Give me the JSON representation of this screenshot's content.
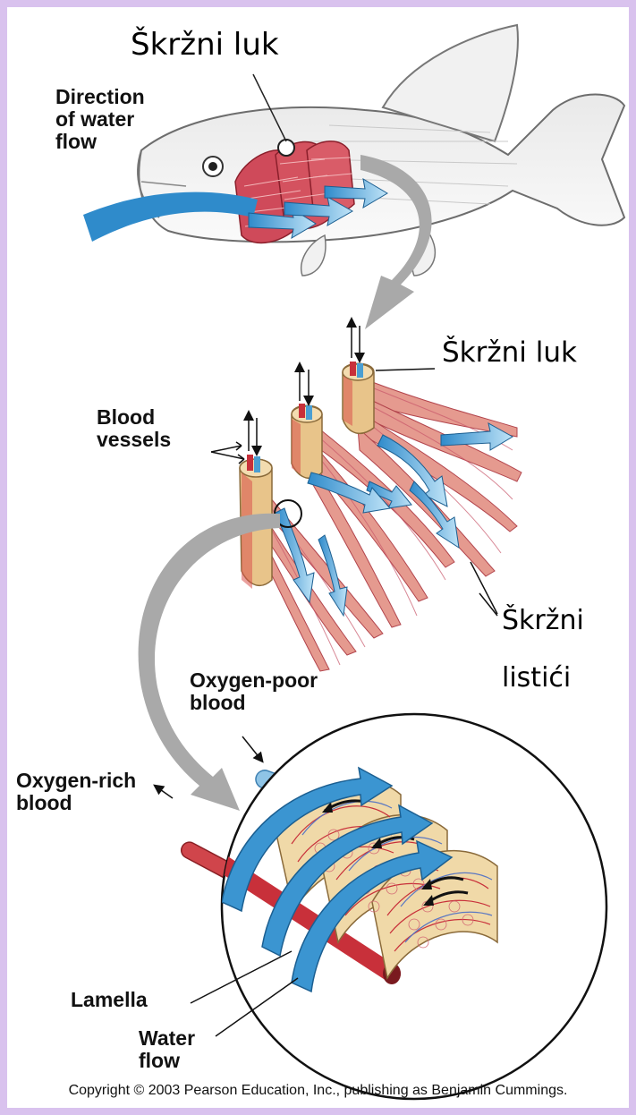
{
  "labels": {
    "arch_top": "Škržni luk",
    "direction": "Direction\nof water\nflow",
    "arch_mid": "Škržni luk",
    "blood_vessels": "Blood\nvessels",
    "filaments_line1": "Škržni",
    "filaments_line2": "listići",
    "oxygen_poor": "Oxygen-poor\nblood",
    "oxygen_rich": "Oxygen-rich\nblood",
    "lamella": "Lamella",
    "water_flow": "Water\nflow"
  },
  "copyright": "Copyright © 2003 Pearson Education, Inc., publishing as Benjamin Cummings.",
  "colors": {
    "background_border": "#d9c2ee",
    "water_arrow": "#3b95d1",
    "gill_red": "#c8404e",
    "artery_red": "#c8303a",
    "vein_blue": "#4a9ed2",
    "lamella_tan": "#e8c48a"
  }
}
